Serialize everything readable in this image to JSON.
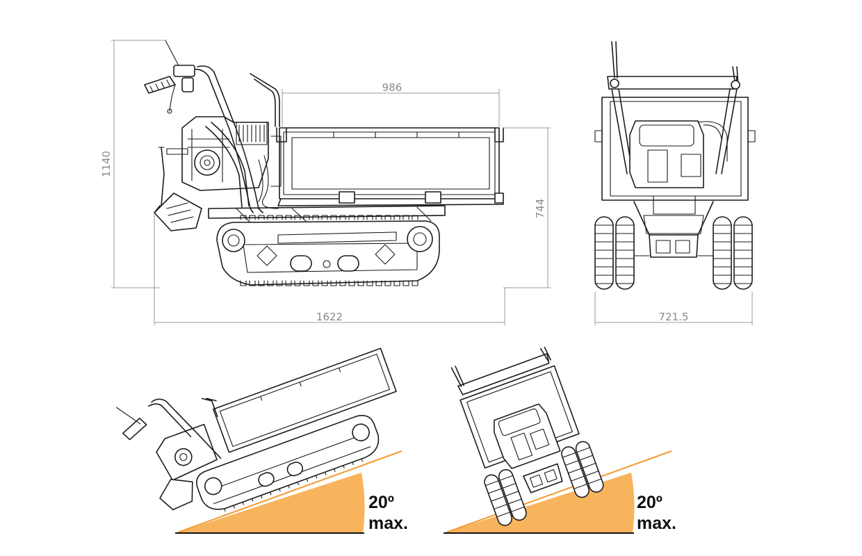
{
  "dimensions": {
    "overall_height": "1140",
    "box_length": "986",
    "box_height": "744",
    "overall_length": "1622",
    "overall_width": "721.5"
  },
  "slopes": {
    "side_angle": "20º",
    "side_label": "max.",
    "front_angle": "20º",
    "front_label": "max."
  },
  "colors": {
    "slope_fill": "#f7b45d",
    "slope_line": "#f29a2e",
    "drawing_line": "#1a1a1a",
    "dimension_line": "#9a9a9a"
  }
}
